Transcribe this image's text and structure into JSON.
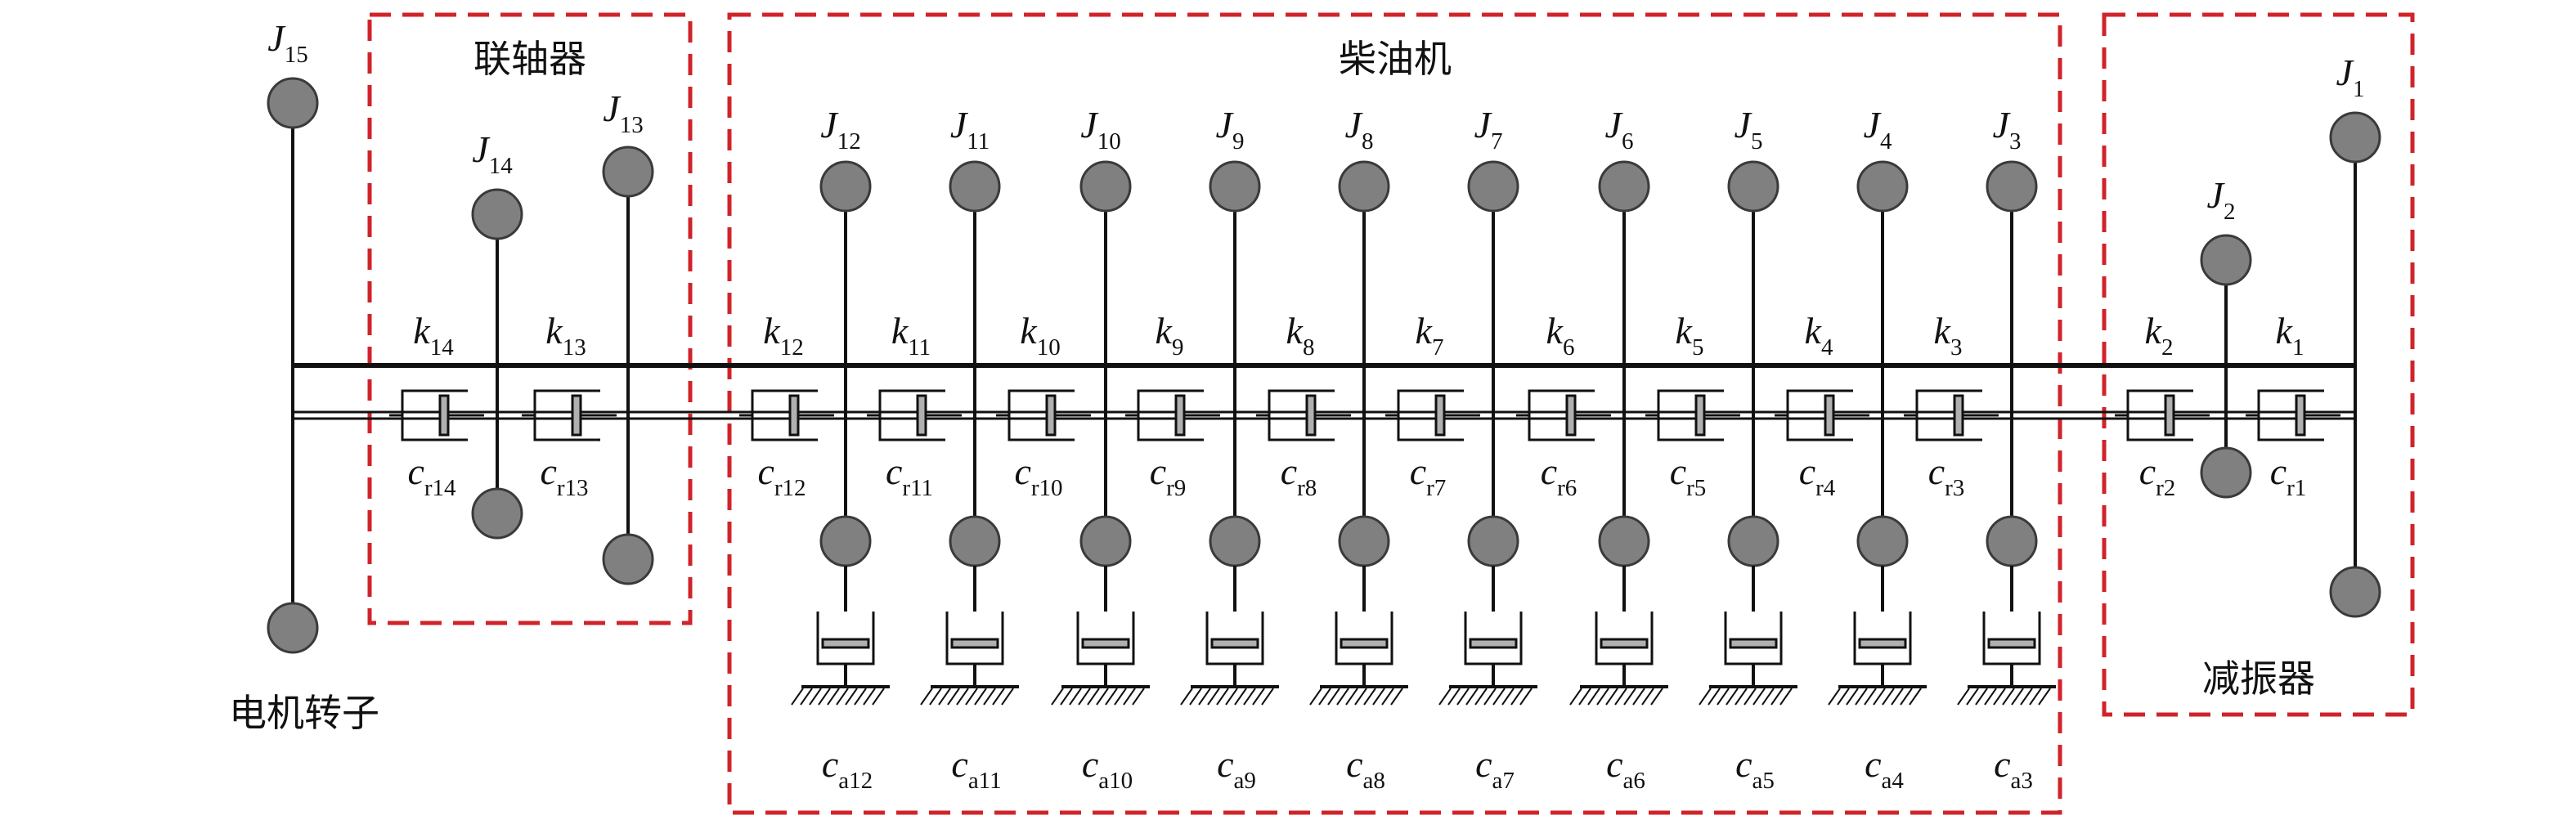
{
  "colors": {
    "line": "#111111",
    "mass_fill": "#808080",
    "mass_stroke": "#3a3a3a",
    "group_border": "#d0232a"
  },
  "groups": {
    "coupling": "联轴器",
    "engine": "柴油机",
    "damper": "减振器"
  },
  "motor_rotor_label": "电机转子",
  "inertias": [
    {
      "id": "J15",
      "sym": "J",
      "sub": "15"
    },
    {
      "id": "J14",
      "sym": "J",
      "sub": "14"
    },
    {
      "id": "J13",
      "sym": "J",
      "sub": "13"
    },
    {
      "id": "J12",
      "sym": "J",
      "sub": "12"
    },
    {
      "id": "J11",
      "sym": "J",
      "sub": "11"
    },
    {
      "id": "J10",
      "sym": "J",
      "sub": "10"
    },
    {
      "id": "J9",
      "sym": "J",
      "sub": "9"
    },
    {
      "id": "J8",
      "sym": "J",
      "sub": "8"
    },
    {
      "id": "J7",
      "sym": "J",
      "sub": "7"
    },
    {
      "id": "J6",
      "sym": "J",
      "sub": "6"
    },
    {
      "id": "J5",
      "sym": "J",
      "sub": "5"
    },
    {
      "id": "J4",
      "sym": "J",
      "sub": "4"
    },
    {
      "id": "J3",
      "sym": "J",
      "sub": "3"
    },
    {
      "id": "J2",
      "sym": "J",
      "sub": "2"
    },
    {
      "id": "J1",
      "sym": "J",
      "sub": "1"
    }
  ],
  "stiffness": [
    {
      "sym": "k",
      "sub": "14"
    },
    {
      "sym": "k",
      "sub": "13"
    },
    {
      "sym": "k",
      "sub": "12"
    },
    {
      "sym": "k",
      "sub": "11"
    },
    {
      "sym": "k",
      "sub": "10"
    },
    {
      "sym": "k",
      "sub": "9"
    },
    {
      "sym": "k",
      "sub": "8"
    },
    {
      "sym": "k",
      "sub": "7"
    },
    {
      "sym": "k",
      "sub": "6"
    },
    {
      "sym": "k",
      "sub": "5"
    },
    {
      "sym": "k",
      "sub": "4"
    },
    {
      "sym": "k",
      "sub": "3"
    },
    {
      "sym": "k",
      "sub": "2"
    },
    {
      "sym": "k",
      "sub": "1"
    }
  ],
  "relative_damping": [
    {
      "sym": "c",
      "sub": "r14"
    },
    {
      "sym": "c",
      "sub": "r13"
    },
    {
      "sym": "c",
      "sub": "r12"
    },
    {
      "sym": "c",
      "sub": "r11"
    },
    {
      "sym": "c",
      "sub": "r10"
    },
    {
      "sym": "c",
      "sub": "r9"
    },
    {
      "sym": "c",
      "sub": "r8"
    },
    {
      "sym": "c",
      "sub": "r7"
    },
    {
      "sym": "c",
      "sub": "r6"
    },
    {
      "sym": "c",
      "sub": "r5"
    },
    {
      "sym": "c",
      "sub": "r4"
    },
    {
      "sym": "c",
      "sub": "r3"
    },
    {
      "sym": "c",
      "sub": "r2"
    },
    {
      "sym": "c",
      "sub": "r1"
    }
  ],
  "absolute_damping": [
    {
      "sym": "c",
      "sub": "a12"
    },
    {
      "sym": "c",
      "sub": "a11"
    },
    {
      "sym": "c",
      "sub": "a10"
    },
    {
      "sym": "c",
      "sub": "a9"
    },
    {
      "sym": "c",
      "sub": "a8"
    },
    {
      "sym": "c",
      "sub": "a7"
    },
    {
      "sym": "c",
      "sub": "a6"
    },
    {
      "sym": "c",
      "sub": "a5"
    },
    {
      "sym": "c",
      "sub": "a4"
    },
    {
      "sym": "c",
      "sub": "a3"
    }
  ]
}
